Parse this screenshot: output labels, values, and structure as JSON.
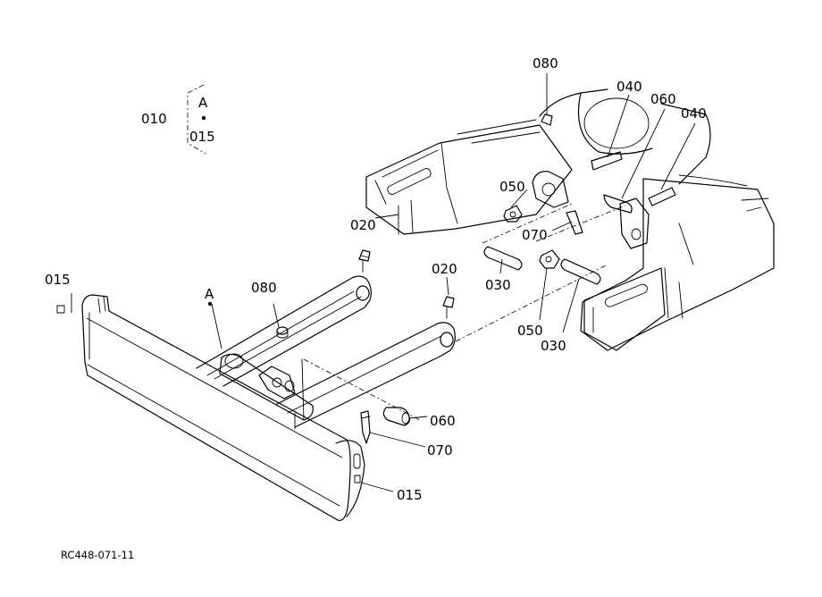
{
  "drawing_code": "RC448-071-11",
  "callouts": {
    "p010": "010",
    "p015_legend": "015",
    "legend_letter": "A",
    "p015_left": "015",
    "blade_letter": "A",
    "p080_frame": "080",
    "p020_left_arm": "020",
    "p080_top": "080",
    "p040_a": "040",
    "p060_top": "060",
    "p040_b": "040",
    "p050_a": "050",
    "p020_top": "020",
    "p070_top": "070",
    "p030_a": "030",
    "p050_b": "050",
    "p030_b": "030",
    "p060_bottom": "060",
    "p070_bottom": "070",
    "p015_bottom": "015"
  }
}
